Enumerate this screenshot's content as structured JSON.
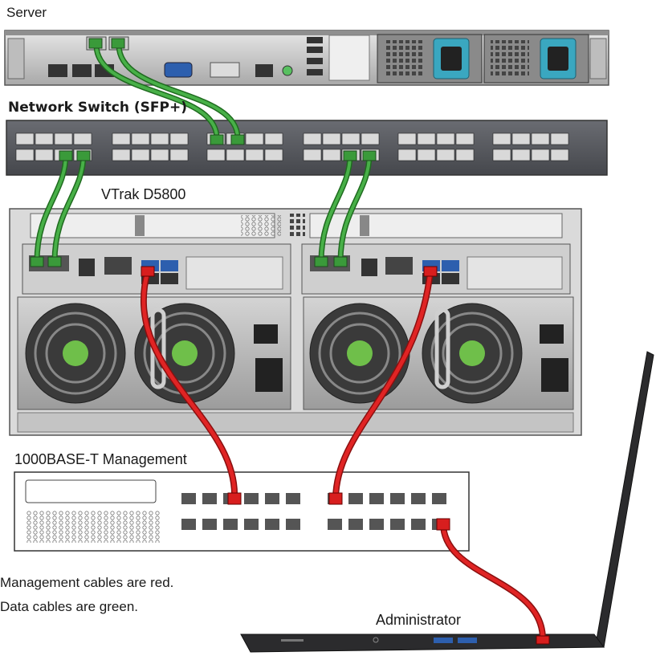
{
  "labels": {
    "server": "Server",
    "switch": "Network Switch (SFP+)",
    "vtrak": "VTrak D5800",
    "mgmt": "1000BASE-T Management",
    "admin": "Administrator"
  },
  "legend": {
    "line1": "Management cables are red.",
    "line2": "Data cables are green."
  },
  "colors": {
    "data_cable": "#3a9a3a",
    "mgmt_cable": "#d81e1e",
    "chassis": "#cfcfcf",
    "switch_body": "#585a60",
    "laptop": "#2b2b2d"
  }
}
